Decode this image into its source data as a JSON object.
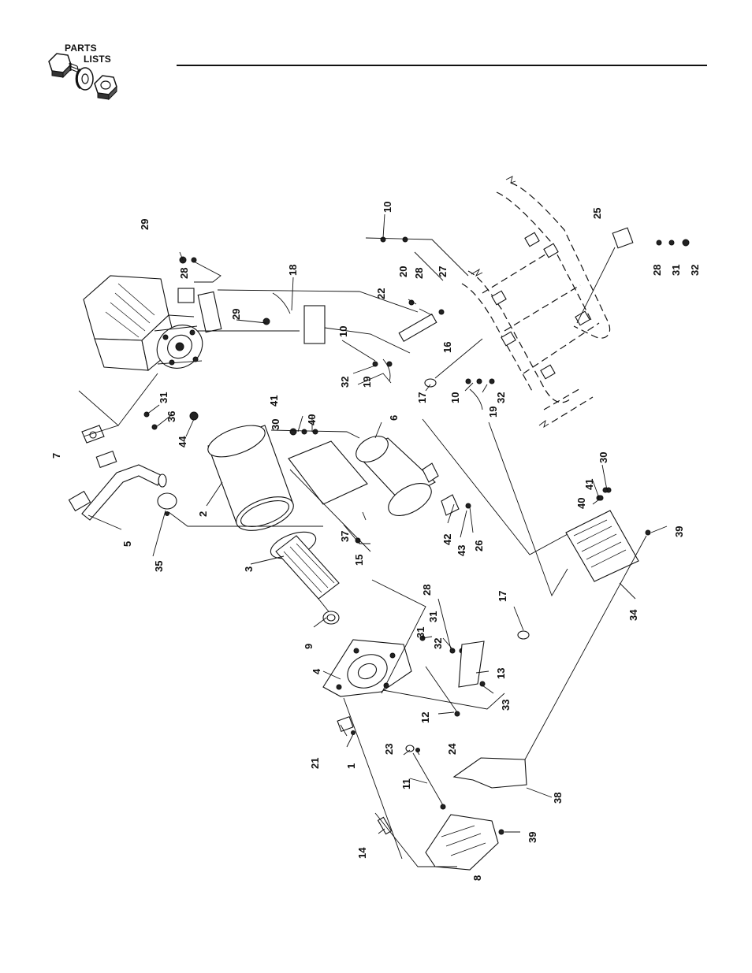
{
  "logo": {
    "line1": "PARTS",
    "line2": "LISTS"
  },
  "callouts": [
    {
      "n": "29"
    },
    {
      "n": "28"
    },
    {
      "n": "29"
    },
    {
      "n": "18"
    },
    {
      "n": "10"
    },
    {
      "n": "22"
    },
    {
      "n": "20"
    },
    {
      "n": "28"
    },
    {
      "n": "27"
    },
    {
      "n": "16"
    },
    {
      "n": "10"
    },
    {
      "n": "32"
    },
    {
      "n": "19"
    },
    {
      "n": "17"
    },
    {
      "n": "25"
    },
    {
      "n": "28"
    },
    {
      "n": "31"
    },
    {
      "n": "32"
    },
    {
      "n": "10"
    },
    {
      "n": "32"
    },
    {
      "n": "19"
    },
    {
      "n": "7"
    },
    {
      "n": "31"
    },
    {
      "n": "36"
    },
    {
      "n": "44"
    },
    {
      "n": "41"
    },
    {
      "n": "40"
    },
    {
      "n": "30"
    },
    {
      "n": "6"
    },
    {
      "n": "2"
    },
    {
      "n": "5"
    },
    {
      "n": "35"
    },
    {
      "n": "37"
    },
    {
      "n": "15"
    },
    {
      "n": "42"
    },
    {
      "n": "43"
    },
    {
      "n": "26"
    },
    {
      "n": "30"
    },
    {
      "n": "41"
    },
    {
      "n": "40"
    },
    {
      "n": "39"
    },
    {
      "n": "3"
    },
    {
      "n": "9"
    },
    {
      "n": "28"
    },
    {
      "n": "31"
    },
    {
      "n": "32"
    },
    {
      "n": "31"
    },
    {
      "n": "17"
    },
    {
      "n": "34"
    },
    {
      "n": "4"
    },
    {
      "n": "13"
    },
    {
      "n": "33"
    },
    {
      "n": "12"
    },
    {
      "n": "21"
    },
    {
      "n": "1"
    },
    {
      "n": "23"
    },
    {
      "n": "24"
    },
    {
      "n": "11"
    },
    {
      "n": "38"
    },
    {
      "n": "14"
    },
    {
      "n": "39"
    },
    {
      "n": "8"
    }
  ]
}
